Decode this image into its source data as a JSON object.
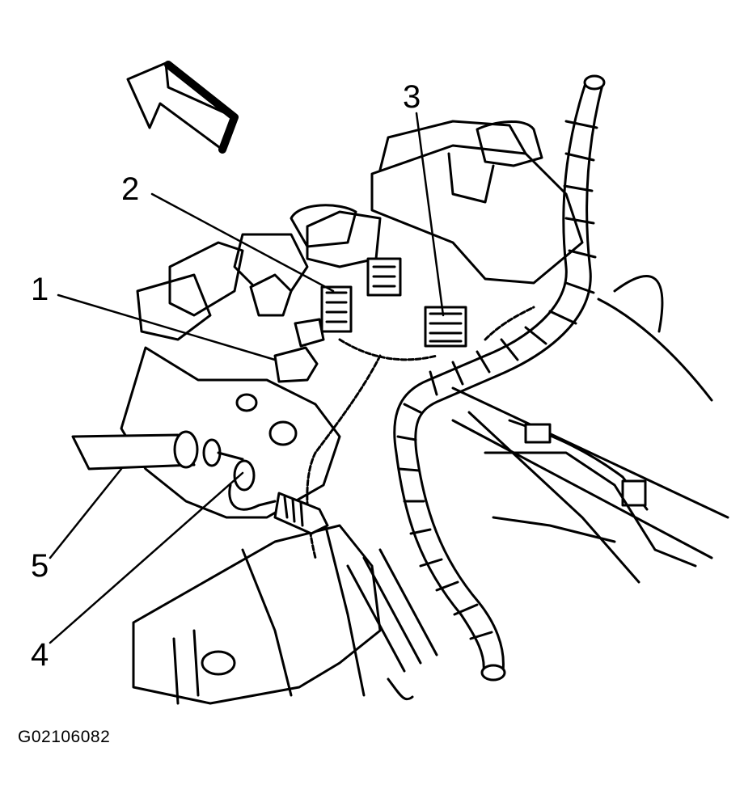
{
  "figure": {
    "id": "G02106082",
    "background": "#ffffff",
    "line_color": "#000000"
  },
  "callouts": {
    "c1": "1",
    "c2": "2",
    "c3": "3",
    "c4": "4",
    "c5": "5"
  },
  "icons": {
    "direction": "arrow-forward-icon"
  }
}
